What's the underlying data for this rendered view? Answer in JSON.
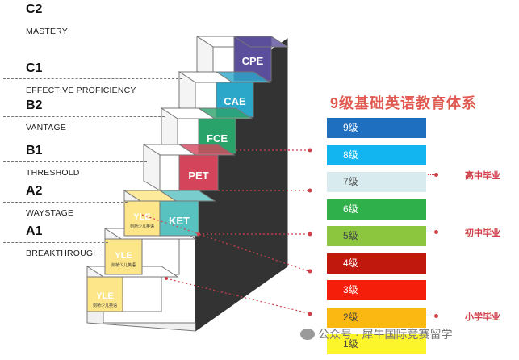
{
  "cefr_levels": [
    {
      "code": "C2",
      "name": "MASTERY"
    },
    {
      "code": "C1",
      "name": "EFFECTIVE PROFICIENCY"
    },
    {
      "code": "B2",
      "name": "VANTAGE"
    },
    {
      "code": "B1",
      "name": "THRESHOLD"
    },
    {
      "code": "A2",
      "name": "WAYSTAGE"
    },
    {
      "code": "A1",
      "name": "BREAKTHROUGH"
    }
  ],
  "exams": {
    "cpe": "CPE",
    "cae": "CAE",
    "fce": "FCE",
    "pet": "PET",
    "ket": "KET",
    "yle": "YLE",
    "yle_sub": "剑桥少儿英语"
  },
  "system_title": "9级基础英语教育体系",
  "grades": [
    {
      "label": "9级",
      "color": "#1f6fc0"
    },
    {
      "label": "8级",
      "color": "#12b5f0"
    },
    {
      "label": "7级",
      "color": "#d8ecf0"
    },
    {
      "label": "6级",
      "color": "#2fb04a"
    },
    {
      "label": "5级",
      "color": "#8cc63f"
    },
    {
      "label": "4级",
      "color": "#c0180c"
    },
    {
      "label": "3级",
      "color": "#f41e0a"
    },
    {
      "label": "2级",
      "color": "#fbb812"
    },
    {
      "label": "1级",
      "color": "#fdf52c"
    }
  ],
  "graduations": {
    "high": "高中毕业",
    "middle": "初中毕业",
    "primary": "小学毕业"
  },
  "watermark": "公众号 · 犀牛国际竞赛留学",
  "colors": {
    "cpe": "#5b4f9b",
    "cae": "#2aa7c9",
    "fce": "#2aa36b",
    "pet": "#d4455c",
    "ket": "#58c2c1",
    "yle": "#fde68a",
    "accent": "#d0404a"
  }
}
